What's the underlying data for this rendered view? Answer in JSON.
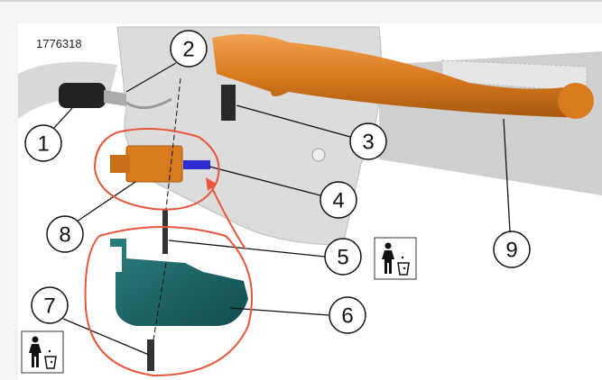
{
  "figure_number": "1776318",
  "callouts": [
    "1",
    "2",
    "3",
    "4",
    "5",
    "6",
    "7",
    "8",
    "9"
  ],
  "icons": {
    "dispose": "discard-trash-icon"
  },
  "colors": {
    "lever": "#d97a1e",
    "cover": "#1f6b6b",
    "markup": "#e8553a",
    "tab": "#2b2bd0"
  }
}
